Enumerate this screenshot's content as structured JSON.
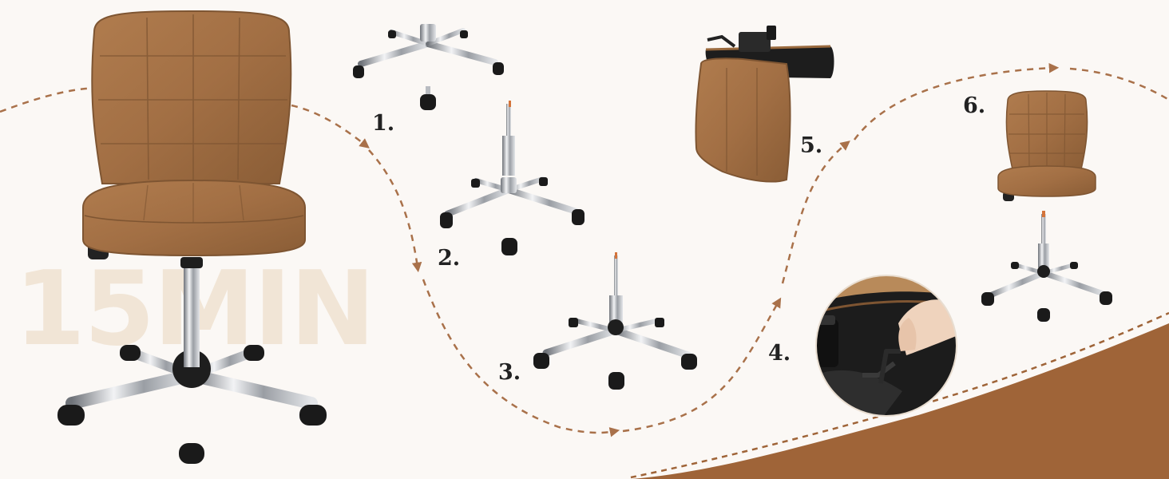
{
  "watermark_text": "15MIN",
  "steps": [
    {
      "label": "1.",
      "icon": "wheel-base-icon"
    },
    {
      "label": "2.",
      "icon": "gas-lift-base-icon"
    },
    {
      "label": "3.",
      "icon": "assembled-base-icon"
    },
    {
      "label": "4.",
      "icon": "hex-key-screw-icon"
    },
    {
      "label": "5.",
      "icon": "seat-back-icon"
    },
    {
      "label": "6.",
      "icon": "finished-chair-icon"
    }
  ],
  "colors": {
    "background": "#fbf8f5",
    "leather": "#a8764a",
    "leather_dark": "#7e5532",
    "accent_brown": "#9f6438",
    "dashed_path": "#a9714a",
    "chrome": "#c9ccd1",
    "watermark": "#f1e5d6"
  }
}
